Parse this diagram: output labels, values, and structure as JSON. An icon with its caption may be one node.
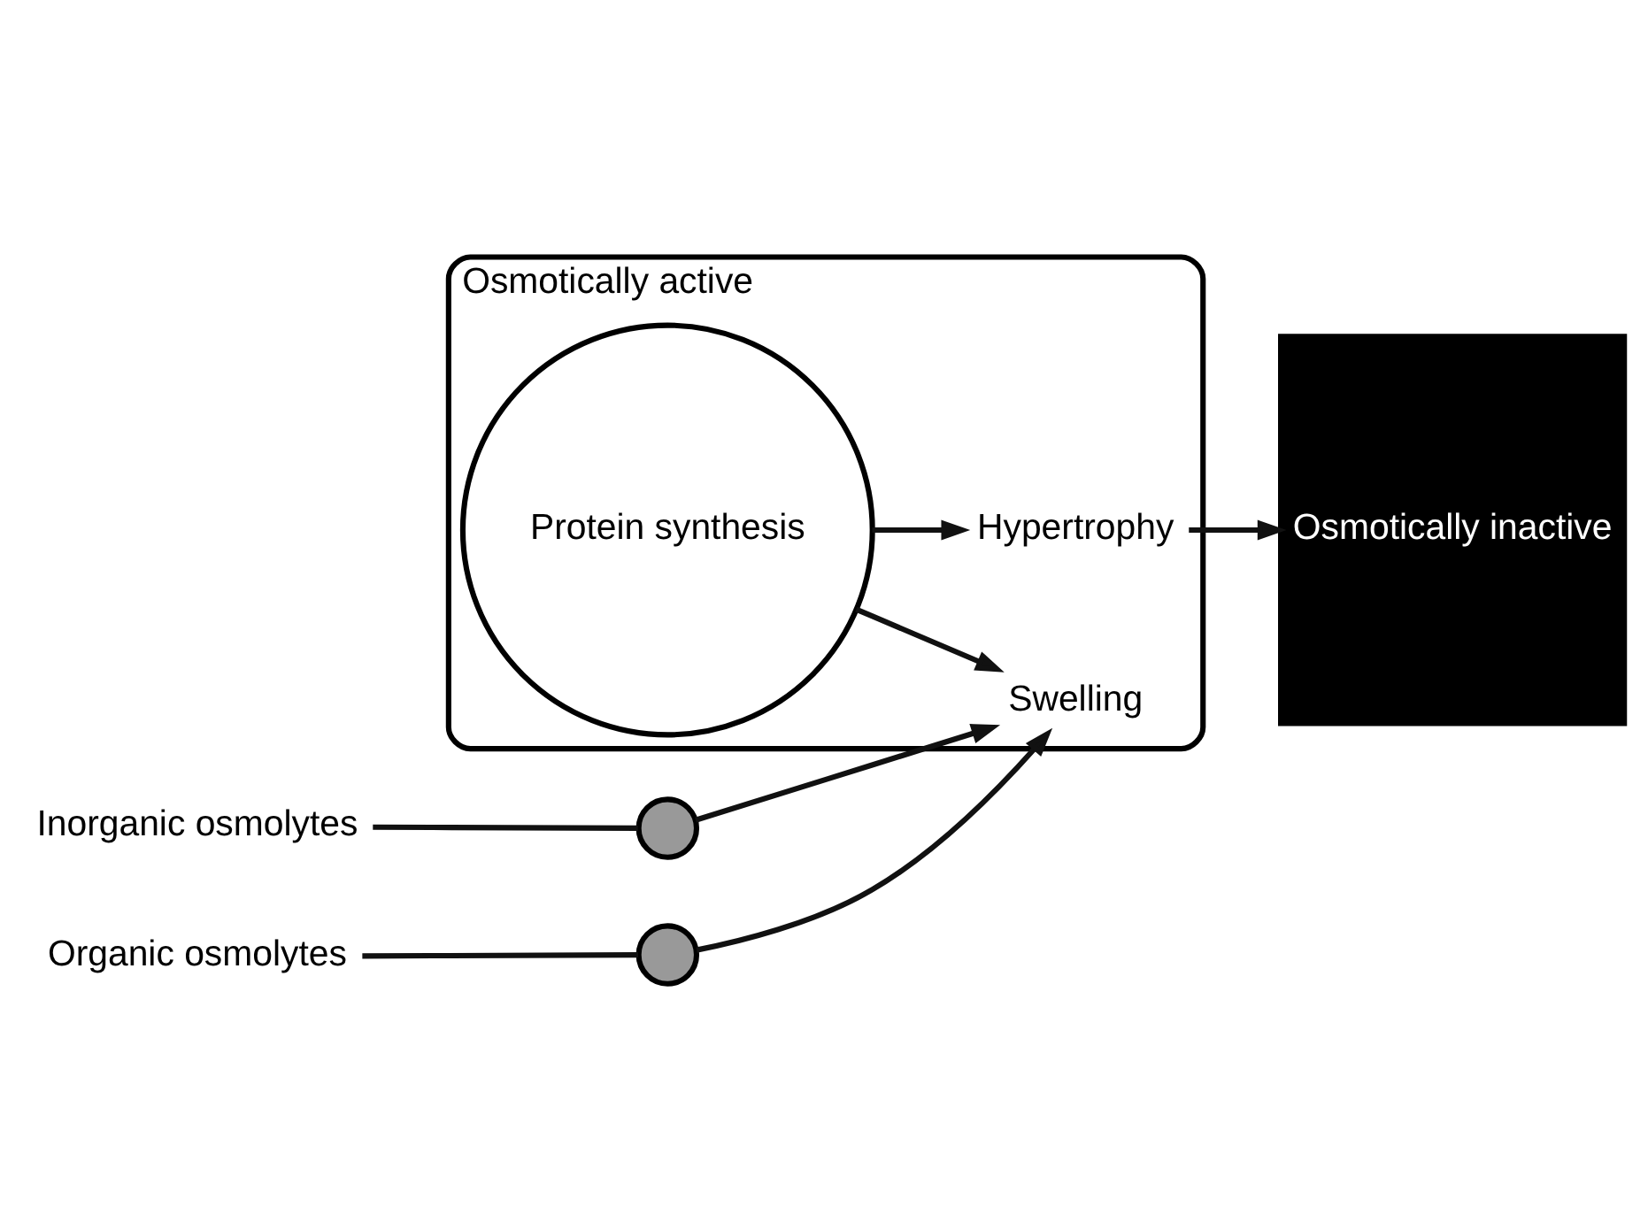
{
  "diagram": {
    "nodes": [
      {
        "text": [
          "Osmotically inactive"
        ]
      },
      {
        "text": [
          "Osmotically active"
        ]
      },
      {
        "text": [],
        "shape": "circle"
      },
      {
        "text": [],
        "shape": "circle"
      },
      {
        "text": [
          "Inorganic osmolytes"
        ]
      },
      {
        "text": [
          "Organic osmolytes"
        ]
      },
      {
        "text": [
          "Swelling"
        ],
        "in": 1
      },
      {
        "text": [
          "Protein synthesis"
        ],
        "in": 1
      },
      {
        "text": [
          "Hypertrophy"
        ],
        "in": 1
      }
    ],
    "edges": [
      {
        "from": 4,
        "to": 2,
        "arrow": "none"
      },
      {
        "from": 2,
        "to": 6,
        "arrow": "to"
      },
      {
        "from": 5,
        "to": 3,
        "arrow": "none"
      },
      {
        "from": 3,
        "to": 6,
        "arrow": "to"
      },
      {
        "from": 7,
        "to": 6,
        "arrow": "to"
      },
      {
        "from": 7,
        "to": 8,
        "arrow": "to"
      },
      {
        "from": 8,
        "to": 0,
        "arrow": "to"
      }
    ]
  }
}
